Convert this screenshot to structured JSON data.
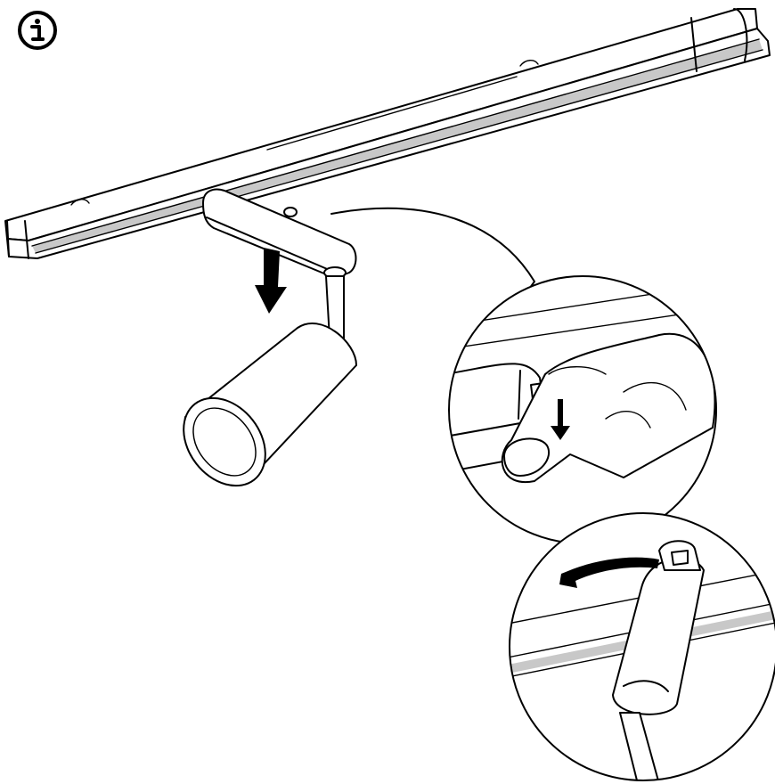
{
  "icons": {
    "info": "info-icon",
    "arrow_down": "arrow-down-icon",
    "arrow_rotate": "arrow-rotate-left-icon"
  },
  "colors": {
    "line": "#000000",
    "background": "#ffffff",
    "rail_groove": "#c8c8c8"
  },
  "steps": [
    {
      "name": "attach-spotlight-to-track",
      "detail": "press-down-into-rail"
    },
    {
      "name": "push-release-lever-down",
      "detail": "finger-presses-catch"
    },
    {
      "name": "rotate-locking-lever",
      "detail": "turn-lever-to-lock"
    }
  ]
}
